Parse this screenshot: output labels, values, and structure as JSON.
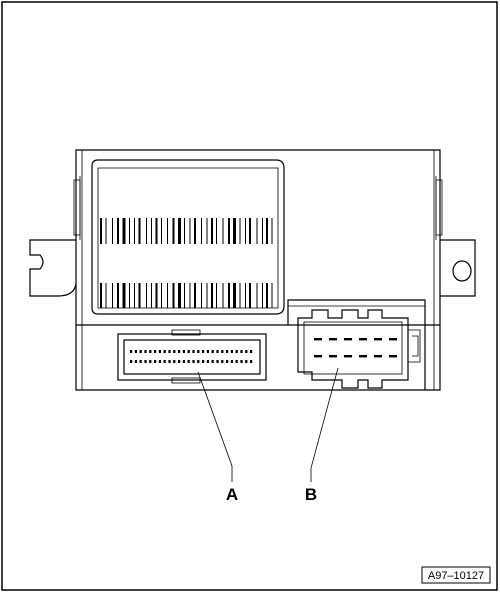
{
  "figure": {
    "callouts": [
      {
        "id": "A",
        "label": "A"
      },
      {
        "id": "B",
        "label": "B"
      }
    ],
    "figure_code": "A97–10127"
  }
}
